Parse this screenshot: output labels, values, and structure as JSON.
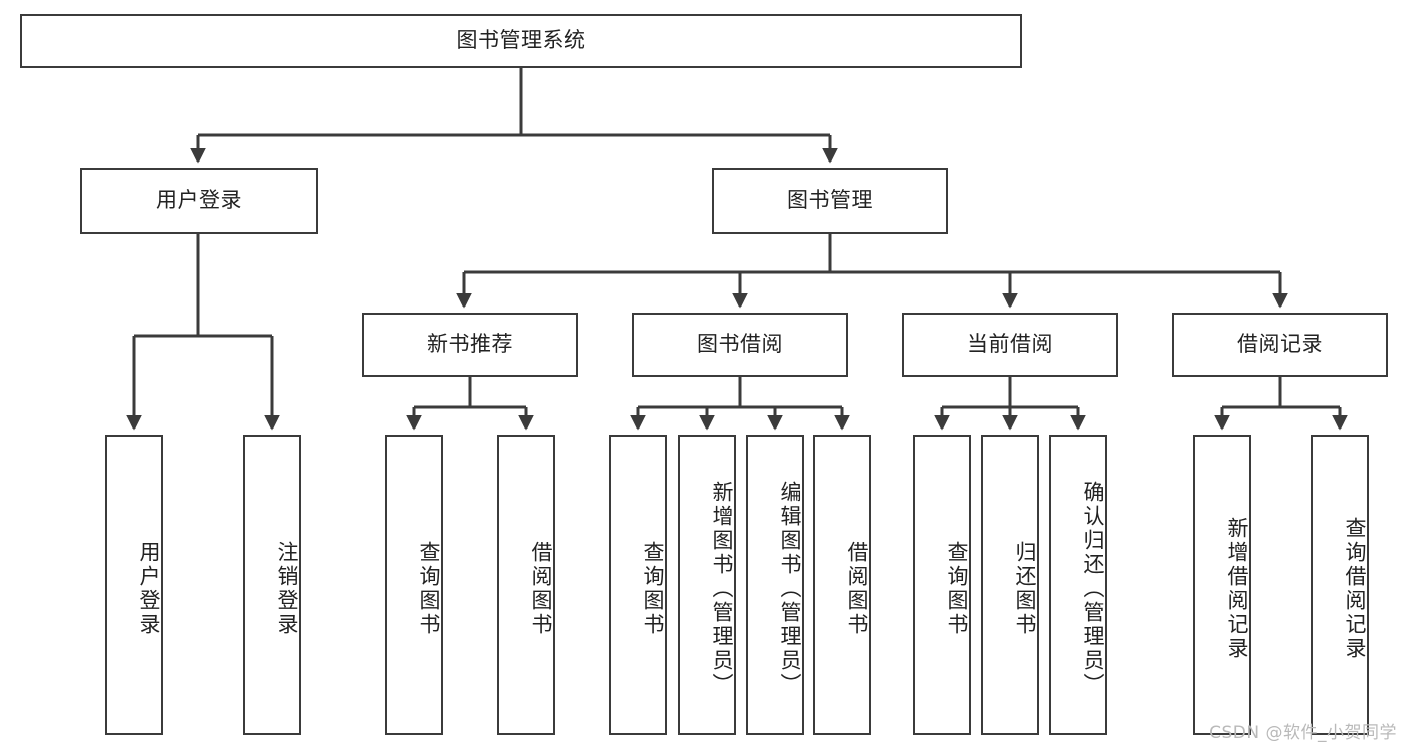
{
  "diagram": {
    "title": "图书管理系统",
    "watermark": "CSDN @软件_小贺同学",
    "line_color": "#3b3b3b",
    "box_fill": "#ffffff",
    "text_color": "#222222",
    "root": {
      "label": "图书管理系统"
    },
    "level2": [
      {
        "label": "用户登录"
      },
      {
        "label": "图书管理"
      }
    ],
    "level3": [
      {
        "label": "新书推荐"
      },
      {
        "label": "图书借阅"
      },
      {
        "label": "当前借阅"
      },
      {
        "label": "借阅记录"
      }
    ],
    "leaves": {
      "user_login": [
        {
          "label": "用户登录"
        },
        {
          "label": "注销登录"
        }
      ],
      "new_book_recommend": [
        {
          "label": "查询图书"
        },
        {
          "label": "借阅图书"
        }
      ],
      "book_borrow": [
        {
          "label": "查询图书"
        },
        {
          "label": "新增图书（管理员）"
        },
        {
          "label": "编辑图书（管理员）"
        },
        {
          "label": "借阅图书"
        }
      ],
      "current_borrow": [
        {
          "label": "查询图书"
        },
        {
          "label": "归还图书"
        },
        {
          "label": "确认归还（管理员）"
        }
      ],
      "borrow_record": [
        {
          "label": "新增借阅记录"
        },
        {
          "label": "查询借阅记录"
        }
      ]
    }
  }
}
